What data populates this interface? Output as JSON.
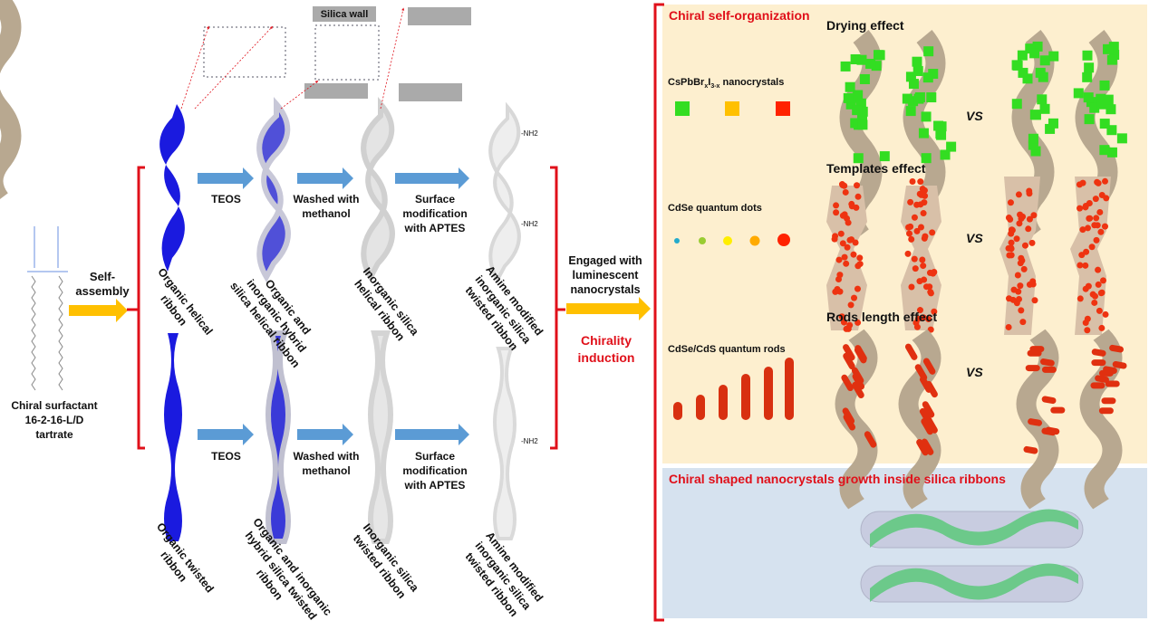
{
  "left": {
    "surfactant_label": [
      "Chiral surfactant",
      "16-2-16-L/D",
      "tartrate"
    ],
    "self_assembly": [
      "Self-",
      "assembly"
    ],
    "silica_wall": "Silica wall",
    "top_row": {
      "steps": [
        "TEOS",
        "Washed with methanol",
        "Surface modification with APTES"
      ],
      "labels": [
        "Organic helical ribbon",
        "Organic and inorganic hybrid silica helical ribbon",
        "Inorganic silica helical ribbon",
        "Amine modified inorganic silica twisted ribbon"
      ]
    },
    "bottom_row": {
      "steps": [
        "TEOS",
        "Washed with methanol",
        "Surface modification with APTES"
      ],
      "labels": [
        "Organic twisted ribbon",
        "Organic and inorganic hybrid silica twisted ribbon",
        "Inorganic silica twisted ribbon",
        "Amine modified inorganic silica twisted ribbon"
      ]
    },
    "amine": "-NH2",
    "engaged": "Engaged with luminescent nanocrystals",
    "chirality": "Chirality induction"
  },
  "right": {
    "title_top": "Chiral self-organization",
    "drying": "Drying effect",
    "templates": "Templates effect",
    "rods": "Rods length effect",
    "cspb": "CsPbBrxI3-x nanocrystals",
    "cdse": "CdSe quantum dots",
    "cdsecds": "CdSe/CdS quantum rods",
    "vs": "VS",
    "title_bottom": "Chiral shaped nanocrystals growth inside silica ribbons"
  },
  "colors": {
    "red": "#e0101a",
    "blue_ribbon": "#1a1adf",
    "arrow_blue": "#5b9bd5",
    "arrow_yellow": "#ffc000",
    "beige": "#fdefcf",
    "light_blue": "#d6e2ef",
    "green": "#33dd22"
  }
}
